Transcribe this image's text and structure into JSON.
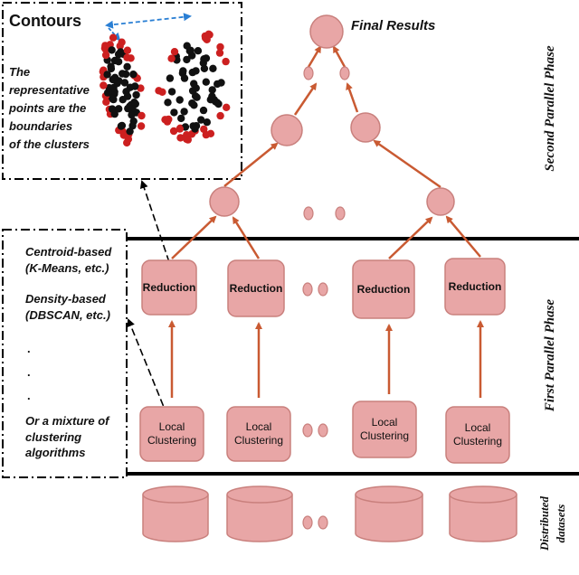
{
  "contours": {
    "title": "Contours",
    "caption_lines": [
      "The",
      "representative",
      "points are the",
      "boundaries",
      "of the clusters"
    ]
  },
  "final_results": "Final Results",
  "phases": {
    "second": "Second Parallel Phase",
    "first": "First Parallel Phase",
    "datasets_line1": "Distributed",
    "datasets_line2": "datasets"
  },
  "reduction_label": "Reduction",
  "local_clustering_line1": "Local",
  "local_clustering_line2": "Clustering",
  "algorithms": {
    "centroid_line1": "Centroid-based",
    "centroid_line2": "(K-Means, etc.)",
    "density_line1": "Density-based",
    "density_line2": "(DBSCAN, etc.)",
    "dot": ".",
    "mixture_line1": "Or a mixture of",
    "mixture_line2": "clustering",
    "mixture_line3": "algorithms"
  },
  "colors": {
    "node_fill": "#e8a6a6",
    "node_stroke": "#c9807d",
    "arrow": "#c95a32",
    "cluster_red": "#cc2020",
    "cluster_black": "#111111",
    "dashed_blue": "#2a7fd4"
  }
}
